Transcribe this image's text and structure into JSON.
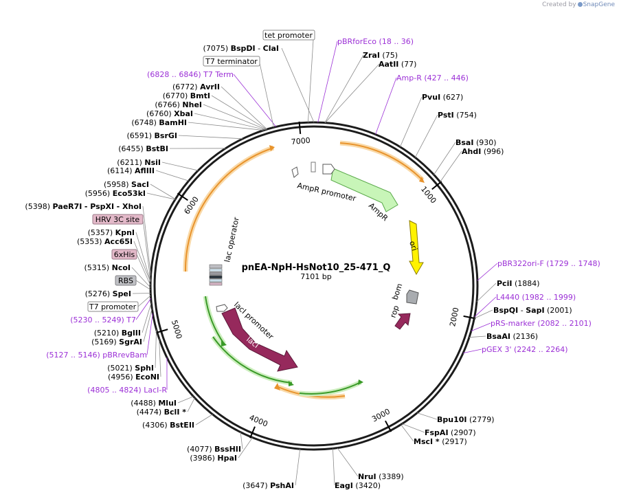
{
  "watermark": {
    "prefix": "Created by",
    "brand": "SnapGene"
  },
  "map": {
    "name": "pnEA-NpH-HsNot10_25-471_Q",
    "length_label": "7101 bp",
    "length": 7101,
    "ticks": [
      {
        "label": "1000",
        "pos": 1000
      },
      {
        "label": "2000",
        "pos": 2000
      },
      {
        "label": "3000",
        "pos": 3000
      },
      {
        "label": "4000",
        "pos": 4000
      },
      {
        "label": "5000",
        "pos": 5000
      },
      {
        "label": "6000",
        "pos": 6000
      },
      {
        "label": "7000",
        "pos": 7000
      }
    ],
    "colors": {
      "ampr": "#c8f5b8",
      "ori": "#fff200",
      "laci": "#96295c",
      "rop": "#96295c",
      "bom": "#a9acb0",
      "orange_arc": "#f2a236",
      "green_arc": "#3a9a28",
      "primer": "#9b2fd6"
    }
  },
  "enzymes": [
    {
      "text": "(7075)",
      "name": "BspDI",
      "extra": "-",
      "name2": "ClaI"
    },
    {
      "text": "(75)",
      "name": "ZraI"
    },
    {
      "text": "(77)",
      "name": "AatII"
    },
    {
      "text": "(627)",
      "name": "PvuI"
    },
    {
      "text": "(754)",
      "name": "PstI"
    },
    {
      "text": "(930)",
      "name": "BsaI"
    },
    {
      "text": "(996)",
      "name": "AhdI"
    },
    {
      "text": "(1884)",
      "name": "PciI"
    },
    {
      "text": "(2001)",
      "name": "BspQI",
      "extra": "-",
      "name2": "SapI"
    },
    {
      "text": "(2136)",
      "name": "BsaAI"
    },
    {
      "text": "(2779)",
      "name": "Bpu10I"
    },
    {
      "text": "(2907)",
      "name": "FspAI"
    },
    {
      "text": "(2917)",
      "name": "MscI *"
    },
    {
      "text": "(3389)",
      "name": "NruI"
    },
    {
      "text": "(3420)",
      "name": "EagI"
    },
    {
      "text": "(3647)",
      "name": "PshAI"
    },
    {
      "text": "(3986)",
      "name": "HpaI"
    },
    {
      "text": "(4077)",
      "name": "BssHII"
    },
    {
      "text": "(4306)",
      "name": "BstEII"
    },
    {
      "text": "(4474)",
      "name": "BclI *"
    },
    {
      "text": "(4488)",
      "name": "MluI"
    },
    {
      "text": "(4956)",
      "name": "EcoNI"
    },
    {
      "text": "(5021)",
      "name": "SphI"
    },
    {
      "text": "(5169)",
      "name": "SgrAI"
    },
    {
      "text": "(5210)",
      "name": "BglII"
    },
    {
      "text": "(5276)",
      "name": "SpeI"
    },
    {
      "text": "(5315)",
      "name": "NcoI"
    },
    {
      "text": "(5353)",
      "name": "Acc65I"
    },
    {
      "text": "(5357)",
      "name": "KpnI"
    },
    {
      "text": "(5398)",
      "name": "PaeR7I",
      "extra": "- PspXI",
      "name2": "- XhoI"
    },
    {
      "text": "(5956)",
      "name": "Eco53kI"
    },
    {
      "text": "(5958)",
      "name": "SacI"
    },
    {
      "text": "(6114)",
      "name": "AflIII"
    },
    {
      "text": "(6211)",
      "name": "NsiI"
    },
    {
      "text": "(6455)",
      "name": "BstBI"
    },
    {
      "text": "(6591)",
      "name": "BsrGI"
    },
    {
      "text": "(6748)",
      "name": "BamHI"
    },
    {
      "text": "(6760)",
      "name": "XbaI"
    },
    {
      "text": "(6766)",
      "name": "NheI"
    },
    {
      "text": "(6770)",
      "name": "BmtI"
    },
    {
      "text": "(6772)",
      "name": "AvrII"
    }
  ],
  "primers": [
    {
      "name": "pBRforEco",
      "range": "(18 .. 36)"
    },
    {
      "name": "Amp-R",
      "range": "(427 .. 446)"
    },
    {
      "name": "pBR322ori-F",
      "range": "(1729 .. 1748)"
    },
    {
      "name": "L4440",
      "range": "(1982 .. 1999)"
    },
    {
      "name": "pRS-marker",
      "range": "(2082 .. 2101)"
    },
    {
      "name": "pGEX 3'",
      "range": "(2242 .. 2264)"
    },
    {
      "name": "LacI-R",
      "range": "(4805 .. 4824)"
    },
    {
      "name": "pBRrevBam",
      "range": "(5127 .. 5146)"
    },
    {
      "name": "T7",
      "range": "(5230 .. 5249)"
    },
    {
      "name": "T7 Term",
      "range": "(6828 .. 6846)"
    }
  ],
  "boxed_features": [
    {
      "text": "tet promoter",
      "kind": "promoter"
    },
    {
      "text": "T7 terminator",
      "kind": "terminator"
    },
    {
      "text": "HRV 3C site",
      "kind": "site"
    },
    {
      "text": "6xHis",
      "kind": "tag"
    },
    {
      "text": "RBS",
      "kind": "rbs"
    },
    {
      "text": "T7 promoter",
      "kind": "promoter"
    }
  ],
  "inner_features": [
    {
      "text": "AmpR promoter"
    },
    {
      "text": "AmpR"
    },
    {
      "text": "ori"
    },
    {
      "text": "bom"
    },
    {
      "text": "rop"
    },
    {
      "text": "lacI"
    },
    {
      "text": "lacI promoter"
    },
    {
      "text": "lac operator"
    }
  ]
}
